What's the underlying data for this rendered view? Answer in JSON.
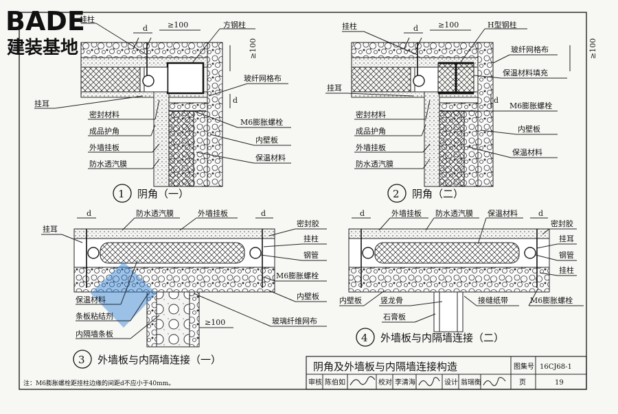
{
  "logo": {
    "brand": "BADE",
    "subtitle": "建装基地"
  },
  "colors": {
    "ink": "#1a1a1a",
    "paper": "#f7f7f4",
    "hatch": "#333333",
    "watermark": "#2a7fd8"
  },
  "detail1": {
    "number": "1",
    "title": "阴角（一）",
    "dims": {
      "d": "d",
      "d2": "d",
      "w100": "≥100",
      "h100": "≥100"
    },
    "labels": {
      "gua_zhu": "挂柱",
      "fang_gang_zhu": "方钢柱",
      "bo_xian": "玻纤网格布",
      "gua_er": "挂耳",
      "mi_feng": "密封材料",
      "hu_jiao": "成品护角",
      "wai_qiang": "外墙挂板",
      "fang_shui": "防水透汽膜",
      "luo_shuan": "M6膨胀螺栓",
      "nei_bi": "内壁板",
      "bao_wen": "保温材料"
    }
  },
  "detail2": {
    "number": "2",
    "title": "阴角（二）",
    "dims": {
      "d": "d",
      "d2": "d",
      "w100": "≥100",
      "h100": "≥100"
    },
    "labels": {
      "gua_zhu": "挂柱",
      "h_gang_zhu": "H型钢柱",
      "bo_xian": "玻纤网格布",
      "tian_chong": "保温材料填充",
      "gua_er": "挂耳",
      "mi_feng": "密封材料",
      "hu_jiao": "成品护角",
      "wai_qiang": "外墙挂板",
      "fang_shui": "防水透汽膜",
      "luo_shuan": "M6膨胀螺栓",
      "nei_bi": "内壁板",
      "bao_wen": "保温材料"
    }
  },
  "detail3": {
    "number": "3",
    "title": "外墙板与内隔墙连接（一）",
    "dims": {
      "d1": "d",
      "d2": "d",
      "w100": "≥100"
    },
    "labels": {
      "fang_shui": "防水透汽膜",
      "wai_qiang": "外墙挂板",
      "gua_er": "挂耳",
      "mi_feng_jiao": "密封胶",
      "gua_zhu": "挂柱",
      "gang_guan": "钢管",
      "luo_shuan": "M6膨胀螺栓",
      "nei_bi": "内壁板",
      "bo_li": "玻璃纤维网布",
      "bao_wen": "保温材料",
      "tiao_ban": "条板粘结剂",
      "nei_ge": "内隔墙条板"
    }
  },
  "detail4": {
    "number": "4",
    "title": "外墙板与内隔墙连接（二）",
    "dims": {
      "d1": "d",
      "d2": "d"
    },
    "labels": {
      "wai_qiang": "外墙挂板",
      "fang_shui": "防水透汽膜",
      "bao_wen": "保温材料",
      "mi_feng_jiao": "密封胶",
      "gua_er": "挂耳",
      "gang_guan": "钢管",
      "gua_zhu": "挂柱",
      "nei_bi": "内壁板",
      "shu_long": "竖龙骨",
      "jie_feng": "接缝纸带",
      "shi_gao": "石膏板",
      "luo_shuan": "M6膨胀螺栓"
    }
  },
  "title_block": {
    "title": "阴角及外墙板与内隔墙连接构造",
    "atlas_label": "图集号",
    "atlas_no": "16CJ68-1",
    "shenhe": "审核",
    "shenhe_name": "陈伯如",
    "jiaodui": "校对",
    "jiaodui_name": "李清海",
    "sheji": "设计",
    "sheji_name": "翁瑞衡",
    "ye": "页",
    "page_no": "19"
  },
  "note": "注：M6膨胀螺栓距挂柱边缘的间距d不应小于40mm。"
}
